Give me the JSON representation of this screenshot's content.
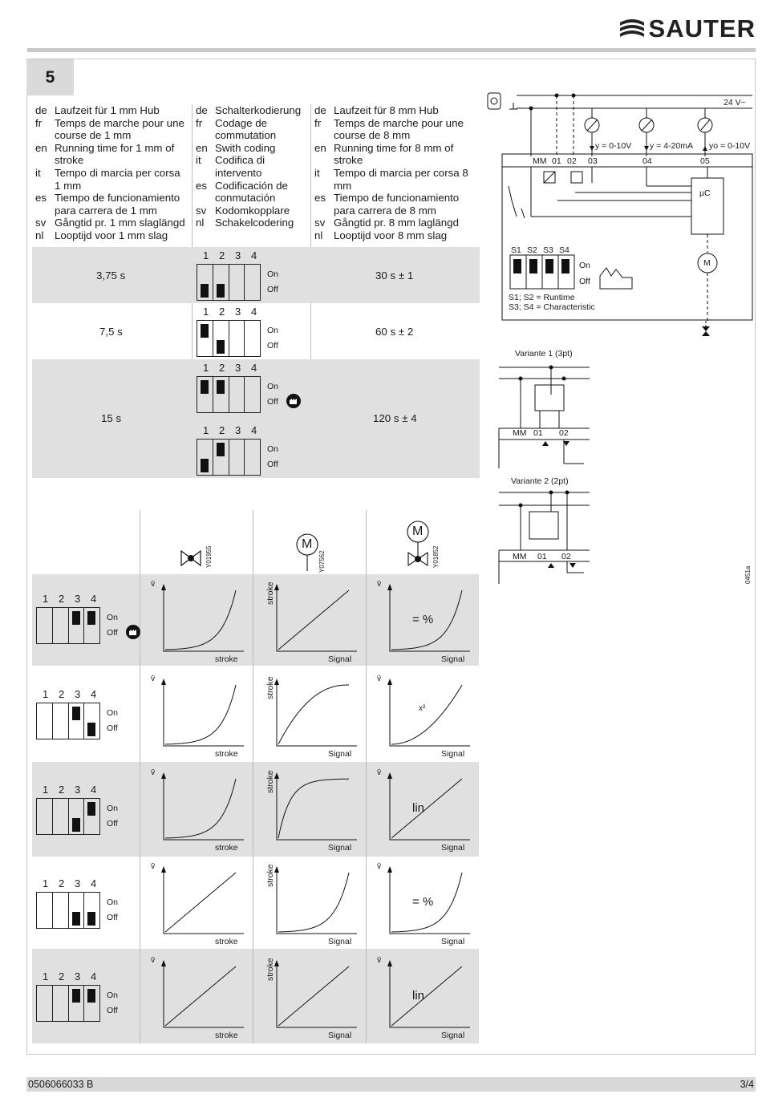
{
  "brand": {
    "name": "SAUTER"
  },
  "section": {
    "number": "5"
  },
  "header": {
    "col1": [
      {
        "lang": "de",
        "text": "Laufzeit für 1 mm Hub"
      },
      {
        "lang": "fr",
        "text": "Temps de marche pour une course de 1 mm"
      },
      {
        "lang": "en",
        "text": "Running time for 1 mm of stroke"
      },
      {
        "lang": "it",
        "text": "Tempo di marcia per corsa 1 mm"
      },
      {
        "lang": "es",
        "text": "Tiempo de funcionamiento para carrera de 1 mm"
      },
      {
        "lang": "sv",
        "text": "Gångtid pr. 1 mm slaglängd"
      },
      {
        "lang": "nl",
        "text": "Looptijd voor 1 mm slag"
      }
    ],
    "col2": [
      {
        "lang": "de",
        "text": "Schalterkodierung"
      },
      {
        "lang": "fr",
        "text": "Codage de commutation"
      },
      {
        "lang": "en",
        "text": "Swith coding"
      },
      {
        "lang": "it",
        "text": "Codifica di intervento"
      },
      {
        "lang": "es",
        "text": "Codificación de conmutación"
      },
      {
        "lang": "sv",
        "text": "Kodomkopplare"
      },
      {
        "lang": "nl",
        "text": "Schakelcodering"
      }
    ],
    "col3": [
      {
        "lang": "de",
        "text": "Laufzeit für 8 mm Hub"
      },
      {
        "lang": "fr",
        "text": "Temps de marche pour une course de 8 mm"
      },
      {
        "lang": "en",
        "text": "Running time for 8 mm of stroke"
      },
      {
        "lang": "it",
        "text": "Tempo di marcia per corsa 8 mm"
      },
      {
        "lang": "es",
        "text": "Tiempo de funcionamiento para carrera de 8 mm"
      },
      {
        "lang": "sv",
        "text": "Gångtid pr. 8 mm laglängd"
      },
      {
        "lang": "nl",
        "text": "Looptijd voor 8 mm slag"
      }
    ]
  },
  "switch_labels": {
    "numbers": [
      "1",
      "2",
      "3",
      "4"
    ],
    "on": "On",
    "off": "Off"
  },
  "runtime_table": [
    {
      "per_mm": "3,75 s",
      "per_8mm": "30 s ± 1"
    },
    {
      "per_mm": "7,5 s",
      "per_8mm": "60 s ± 2"
    },
    {
      "per_mm": "15 s",
      "per_8mm": "120 s ± 4"
    }
  ],
  "device_codes": [
    "Y01955",
    "Y07562",
    "Y01852"
  ],
  "motor_label": "M",
  "characteristics": {
    "axes": {
      "v": "v̄",
      "stroke": "stroke",
      "signal": "Signal"
    },
    "rows": [
      {
        "c3": "= %"
      },
      {
        "c3": "x²"
      },
      {
        "c3": "lin"
      },
      {
        "c3": "= %"
      },
      {
        "c3": "lin"
      }
    ]
  },
  "wiring": {
    "supply": "24 V~",
    "outputs": [
      "y = 0-10V",
      "y = 4-20mA",
      "yo = 0-10V"
    ],
    "terminals": [
      "MM",
      "01",
      "02",
      "03",
      "04",
      "05"
    ],
    "controller": "µC",
    "switches": [
      "S1",
      "S2",
      "S3",
      "S4"
    ],
    "legend1": "S1; S2 = Runtime",
    "legend2": "S3; S4 = Characteristic",
    "variant1": "Variante 1 (3pt)",
    "variant2": "Variante 2 (2pt)",
    "var_terminals": [
      "MM",
      "01",
      "02"
    ],
    "doc_code": "0451a"
  },
  "footer": {
    "doc_number": "0506066033 B",
    "page": "3/4"
  }
}
